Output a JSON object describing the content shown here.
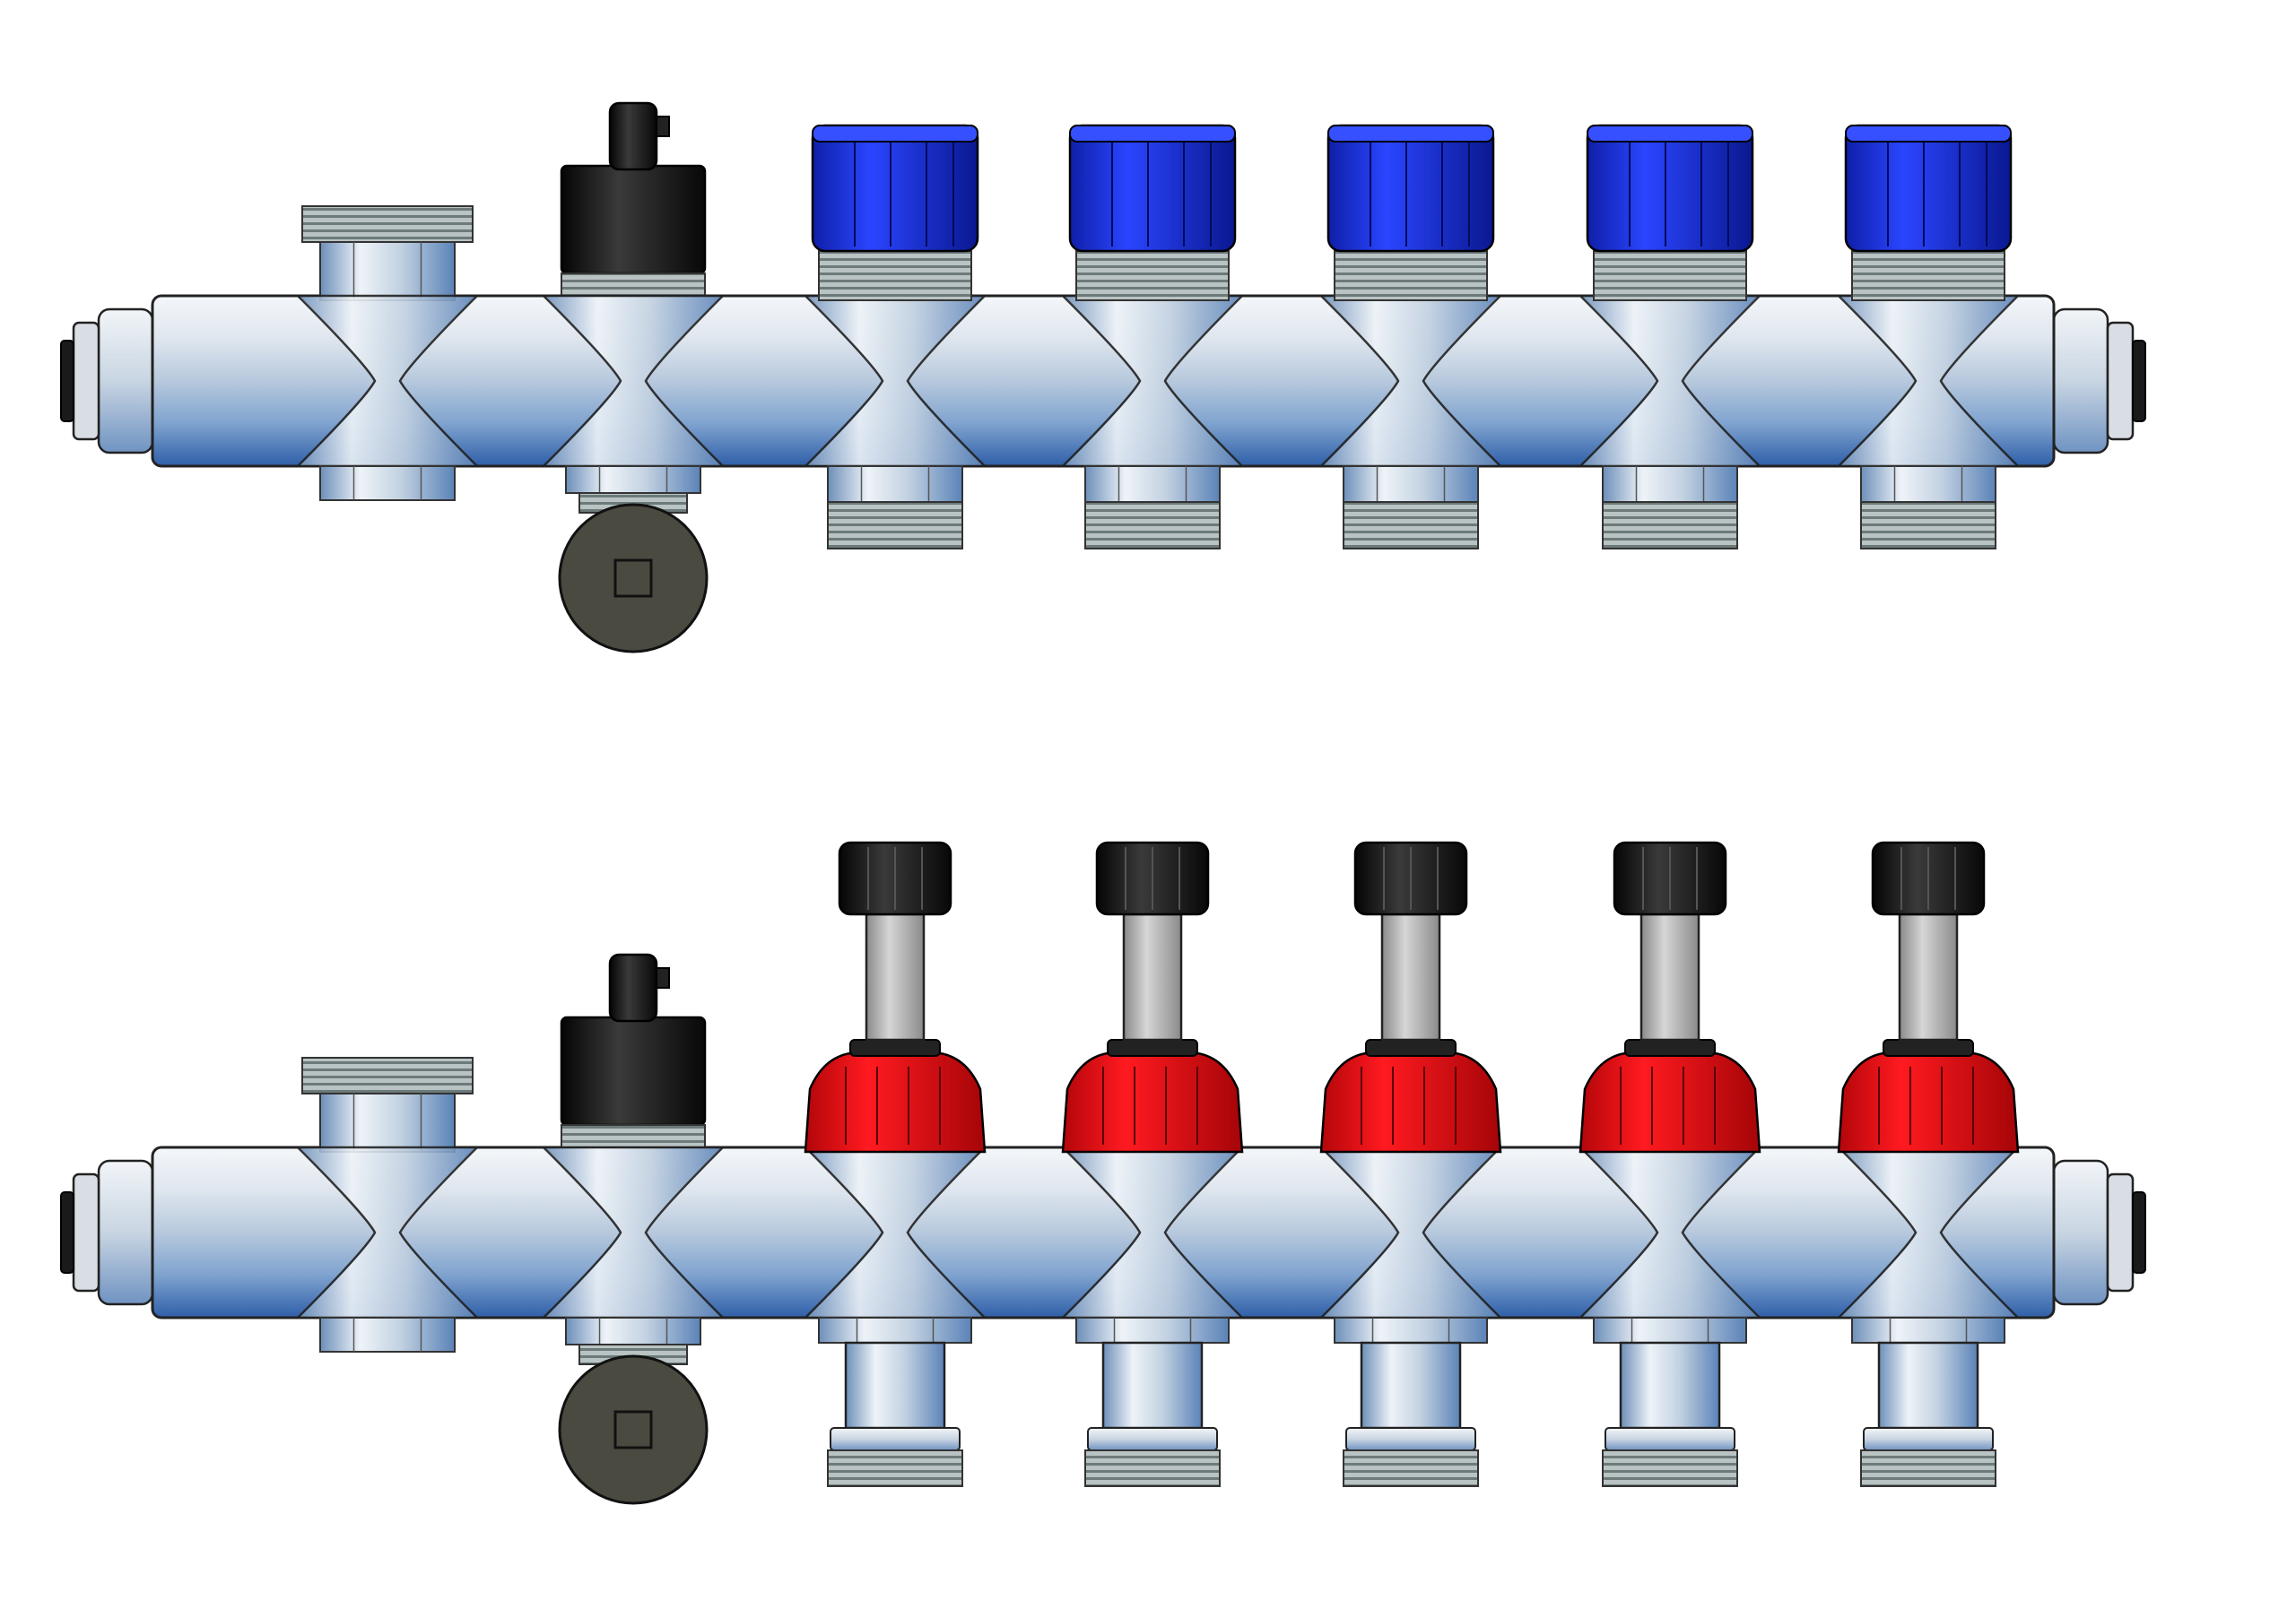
{
  "figure": {
    "manifolds": [
      {
        "id": "return-manifold",
        "valve_cap_color": "blue",
        "outlet_count": 5,
        "side_fittings": [
          "end-fitting-left",
          "end-fitting-right"
        ],
        "accessories": [
          "threaded-port",
          "air-vent-head",
          "drain-valve-handle"
        ]
      },
      {
        "id": "flow-manifold",
        "valve_cap_color": "red",
        "outlet_count": 5,
        "side_fittings": [
          "end-fitting-left",
          "end-fitting-right"
        ],
        "accessories": [
          "threaded-port",
          "air-vent-head",
          "drain-valve-handle",
          "flow-meter"
        ]
      }
    ],
    "colors": {
      "pipe_light": "#e6edf5",
      "pipe_mid": "#9fb8d4",
      "pipe_dark": "#3f6fb0",
      "blue_cap": "#1b2fd0",
      "red_cap": "#e00d12",
      "black_part": "#1a1a1a",
      "drain_handle": "#4a4a40",
      "thread": "#7d8e8e"
    }
  }
}
